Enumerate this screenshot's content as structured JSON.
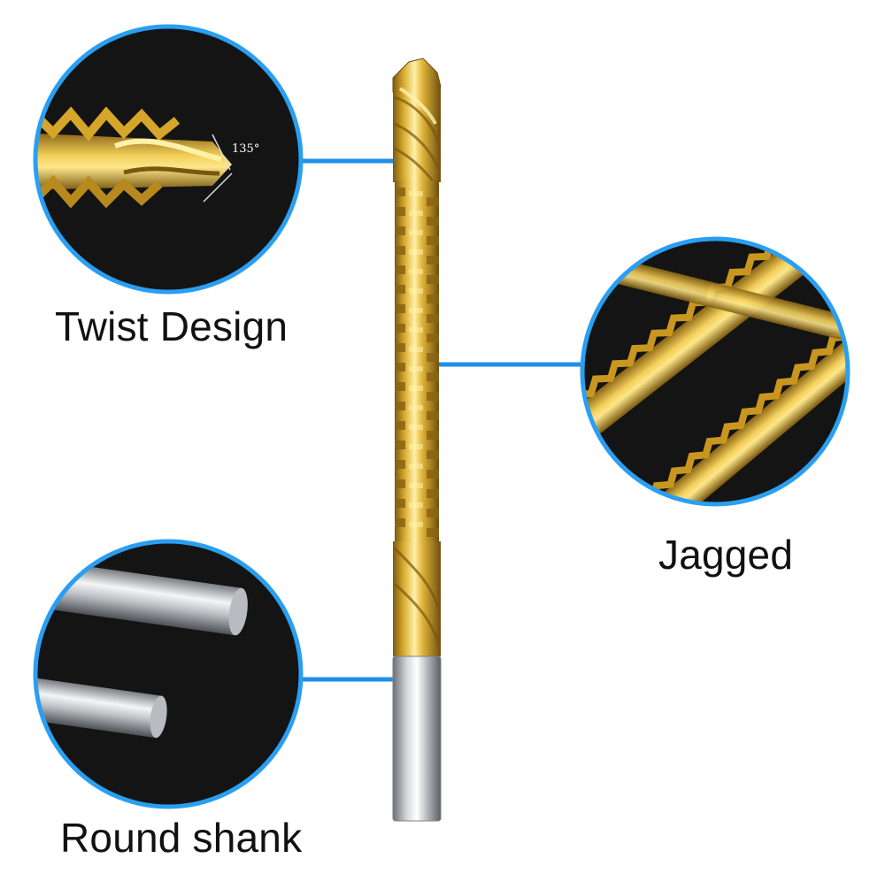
{
  "callouts": {
    "twist": {
      "label": "Twist Design",
      "angle": "135°",
      "icon": "twist-tip-detail"
    },
    "jagged": {
      "label": "Jagged",
      "icon": "jagged-flute-detail"
    },
    "round": {
      "label": "Round shank",
      "icon": "round-shank-detail"
    }
  },
  "colors": {
    "accent_ring": "#2a9ff2",
    "connector": "#1f8fe8",
    "circle_bg": "#141414",
    "titanium_gold": "#d6a62a",
    "steel_silver": "#c9ccd0"
  }
}
